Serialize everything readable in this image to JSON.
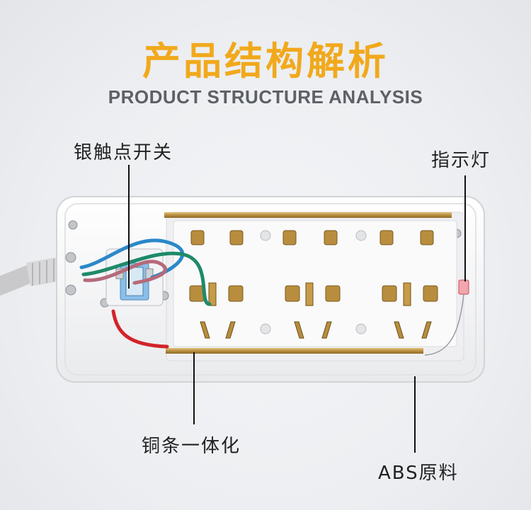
{
  "header": {
    "title": "产品结构解析",
    "subtitle": "PRODUCT STRUCTURE ANALYSIS"
  },
  "callouts": {
    "switch": "银触点开关",
    "indicator": "指示灯",
    "copper": "铜条一体化",
    "material": "ABS原料"
  },
  "colors": {
    "title": "#f1a91c",
    "subtitle": "#5d6066",
    "housing": "#f7f7f7",
    "copper": "#c8a14a",
    "wire_red": "#d2232a",
    "wire_green": "#1f8a6a",
    "wire_blue": "#2b88c9"
  }
}
